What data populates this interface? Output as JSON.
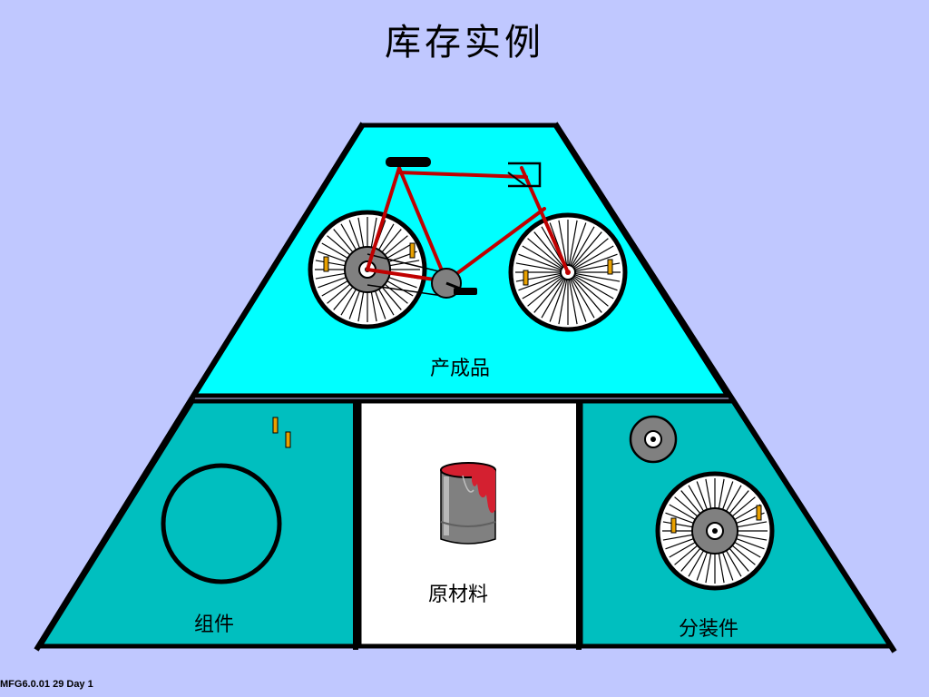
{
  "slide": {
    "title": "库存实例",
    "footer": "MFG6.0.01  29  Day 1",
    "colors": {
      "background": "#c0c8ff",
      "top_section": "#00ffff",
      "side_sections": "#00bfbf",
      "center_section": "#ffffff",
      "outline": "#000000",
      "frame": "#c00000"
    }
  },
  "sections": {
    "finished_goods": {
      "label": "产成品",
      "icon": "bicycle-icon"
    },
    "components": {
      "label": "组件",
      "icon": "wheel-rim-icon"
    },
    "raw_materials": {
      "label": "原材料",
      "icon": "paint-can-icon"
    },
    "subassemblies": {
      "label": "分装件",
      "icon": "spoked-wheel-icon"
    }
  }
}
